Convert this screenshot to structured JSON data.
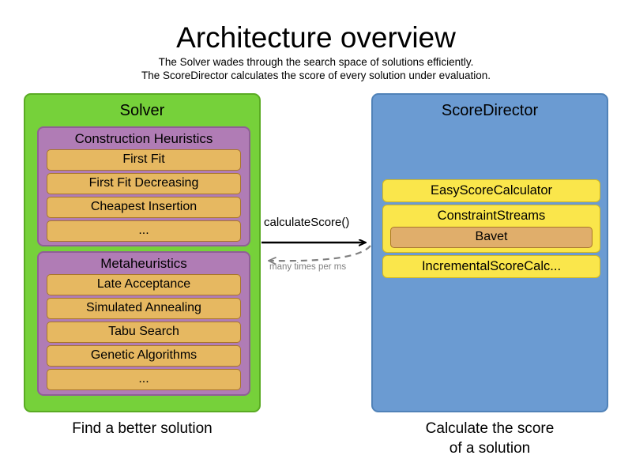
{
  "header": {
    "title": "Architecture overview",
    "subtitle_line1": "The Solver wades through the search space of solutions efficiently.",
    "subtitle_line2": "The ScoreDirector calculates the score of every solution under evaluation."
  },
  "colors": {
    "solver_panel": "#76D13A",
    "solver_panel_border": "#5AAB23",
    "scoredirector_panel": "#6B9BD2",
    "scoredirector_panel_border": "#5082B8",
    "group_purple": "#B07CB5",
    "group_purple_border": "#8F5F96",
    "item_orange": "#E6B861",
    "item_orange_border": "#A9762A",
    "item_yellow": "#FAE64B",
    "item_yellow_border": "#D4B81E",
    "item_bavet": "#E0AE6B",
    "arrow_call": "#000000",
    "arrow_return": "#808080",
    "background": "#FFFFFF"
  },
  "solver": {
    "title": "Solver",
    "caption": "Find a better solution",
    "groups": [
      {
        "title": "Construction Heuristics",
        "items": [
          "First Fit",
          "First Fit Decreasing",
          "Cheapest Insertion",
          "..."
        ]
      },
      {
        "title": "Metaheuristics",
        "items": [
          "Late Acceptance",
          "Simulated Annealing",
          "Tabu Search",
          "Genetic Algorithms",
          "..."
        ]
      }
    ]
  },
  "scoredirector": {
    "title": "ScoreDirector",
    "caption_line1": "Calculate the score",
    "caption_line2": "of a solution",
    "items": [
      {
        "label": "EasyScoreCalculator",
        "nested": null
      },
      {
        "label": "ConstraintStreams",
        "nested": "Bavet"
      },
      {
        "label": "IncrementalScoreCalc...",
        "nested": null
      }
    ]
  },
  "arrows": {
    "call_label": "calculateScore()",
    "return_label": "many times per ms"
  }
}
